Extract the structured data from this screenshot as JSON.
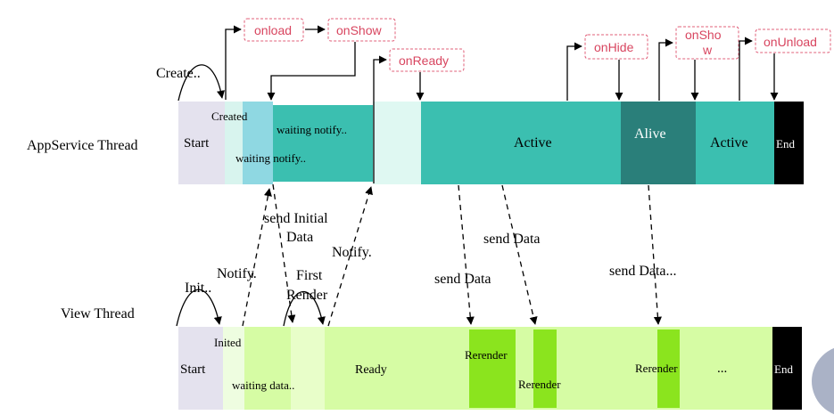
{
  "threads": {
    "appservice": "AppService Thread",
    "view": "View Thread"
  },
  "appservice": {
    "start": "Start",
    "created": "Created",
    "waiting_top": "waiting notify..",
    "waiting_bottom": "waiting notify..",
    "active": "Active",
    "alive": "Alive",
    "active2": "Active",
    "end": "End"
  },
  "view": {
    "start": "Start",
    "inited": "Inited",
    "waiting_data": "waiting data..",
    "ready": "Ready",
    "rerender1": "Rerender",
    "rerender2": "Rerender",
    "rerender3": "Rerender",
    "ellipsis": "...",
    "end": "End"
  },
  "lifecycle": {
    "onload": "onload",
    "onshow": "onShow",
    "onready": "onReady",
    "onhide": "onHide",
    "onshow2_line1": "onSho",
    "onshow2_line2": "w",
    "onunload": "onUnload"
  },
  "labels": {
    "create": "Create..",
    "init": "Init..",
    "notify1": "Notify.",
    "send_initial_line1": "send Initial",
    "send_initial_line2": "Data",
    "first_render_line1": "First",
    "first_render_line2": "Render",
    "notify2": "Notify.",
    "send_data1": "send  Data",
    "send_data2": "send  Data",
    "send_data3": "send  Data..."
  },
  "colors": {
    "start_block": "#e4e2ee",
    "created_block": "#d8f4ee",
    "created_accent": "#8fd8e2",
    "teal": "#3bbfb0",
    "teal_dark": "#2a7f7a",
    "pale_teal": "#dff8f2",
    "black": "#000000",
    "lime": "#d6fca4",
    "lime_light": "#e8fec9",
    "lime_dark": "#8be41e",
    "pink_border": "#e0607a",
    "pink_text": "#d8455f"
  }
}
